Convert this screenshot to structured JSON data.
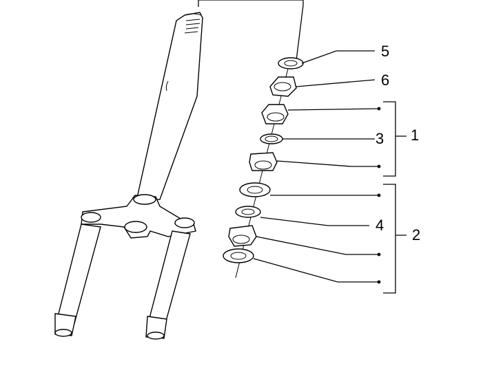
{
  "callouts": [
    {
      "id": "5",
      "label": "5"
    },
    {
      "id": "6",
      "label": "6"
    },
    {
      "id": "3",
      "label": "3"
    },
    {
      "id": "1",
      "label": "1"
    },
    {
      "id": "4",
      "label": "4"
    },
    {
      "id": "2",
      "label": "2"
    }
  ],
  "colors": {
    "line": "#000000",
    "background": "#ffffff"
  }
}
